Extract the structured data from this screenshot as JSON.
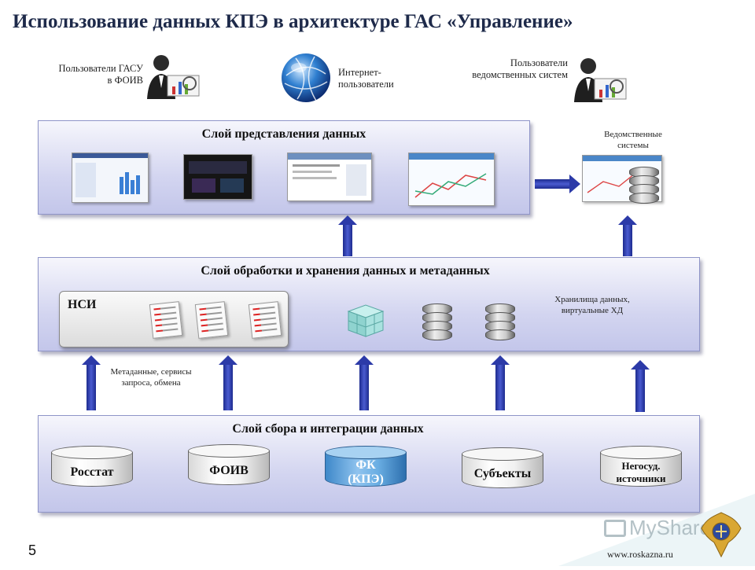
{
  "title": "Использование данных КПЭ в архитектуре ГАС «Управление»",
  "top": {
    "users_gasu": "Пользователи ГАСУ в ФОИВ",
    "internet_users": "Интернет-пользователи",
    "users_vedom": "Пользователи ведомственных систем"
  },
  "layers": {
    "presentation": "Слой представления данных",
    "processing": "Слой обработки и хранения данных и метаданных",
    "collection": "Слой сбора и интеграции данных"
  },
  "vedom_systems": "Ведомственные системы",
  "nsi": "НСИ",
  "storage": "Хранилища данных, виртуальные ХД",
  "metadata_note": "Метаданные, сервисы запроса, обмена",
  "sources": [
    "Росстат",
    "ФОИВ",
    "ФК (КПЭ)",
    "Субъекты",
    "Негосуд. источники"
  ],
  "page_number": "5",
  "website": "www.roskazna.ru",
  "watermark": "MyShared",
  "colors": {
    "arrow": "#2c3aa8",
    "panel": "#d3d5f0",
    "title": "#1e2a4a"
  }
}
